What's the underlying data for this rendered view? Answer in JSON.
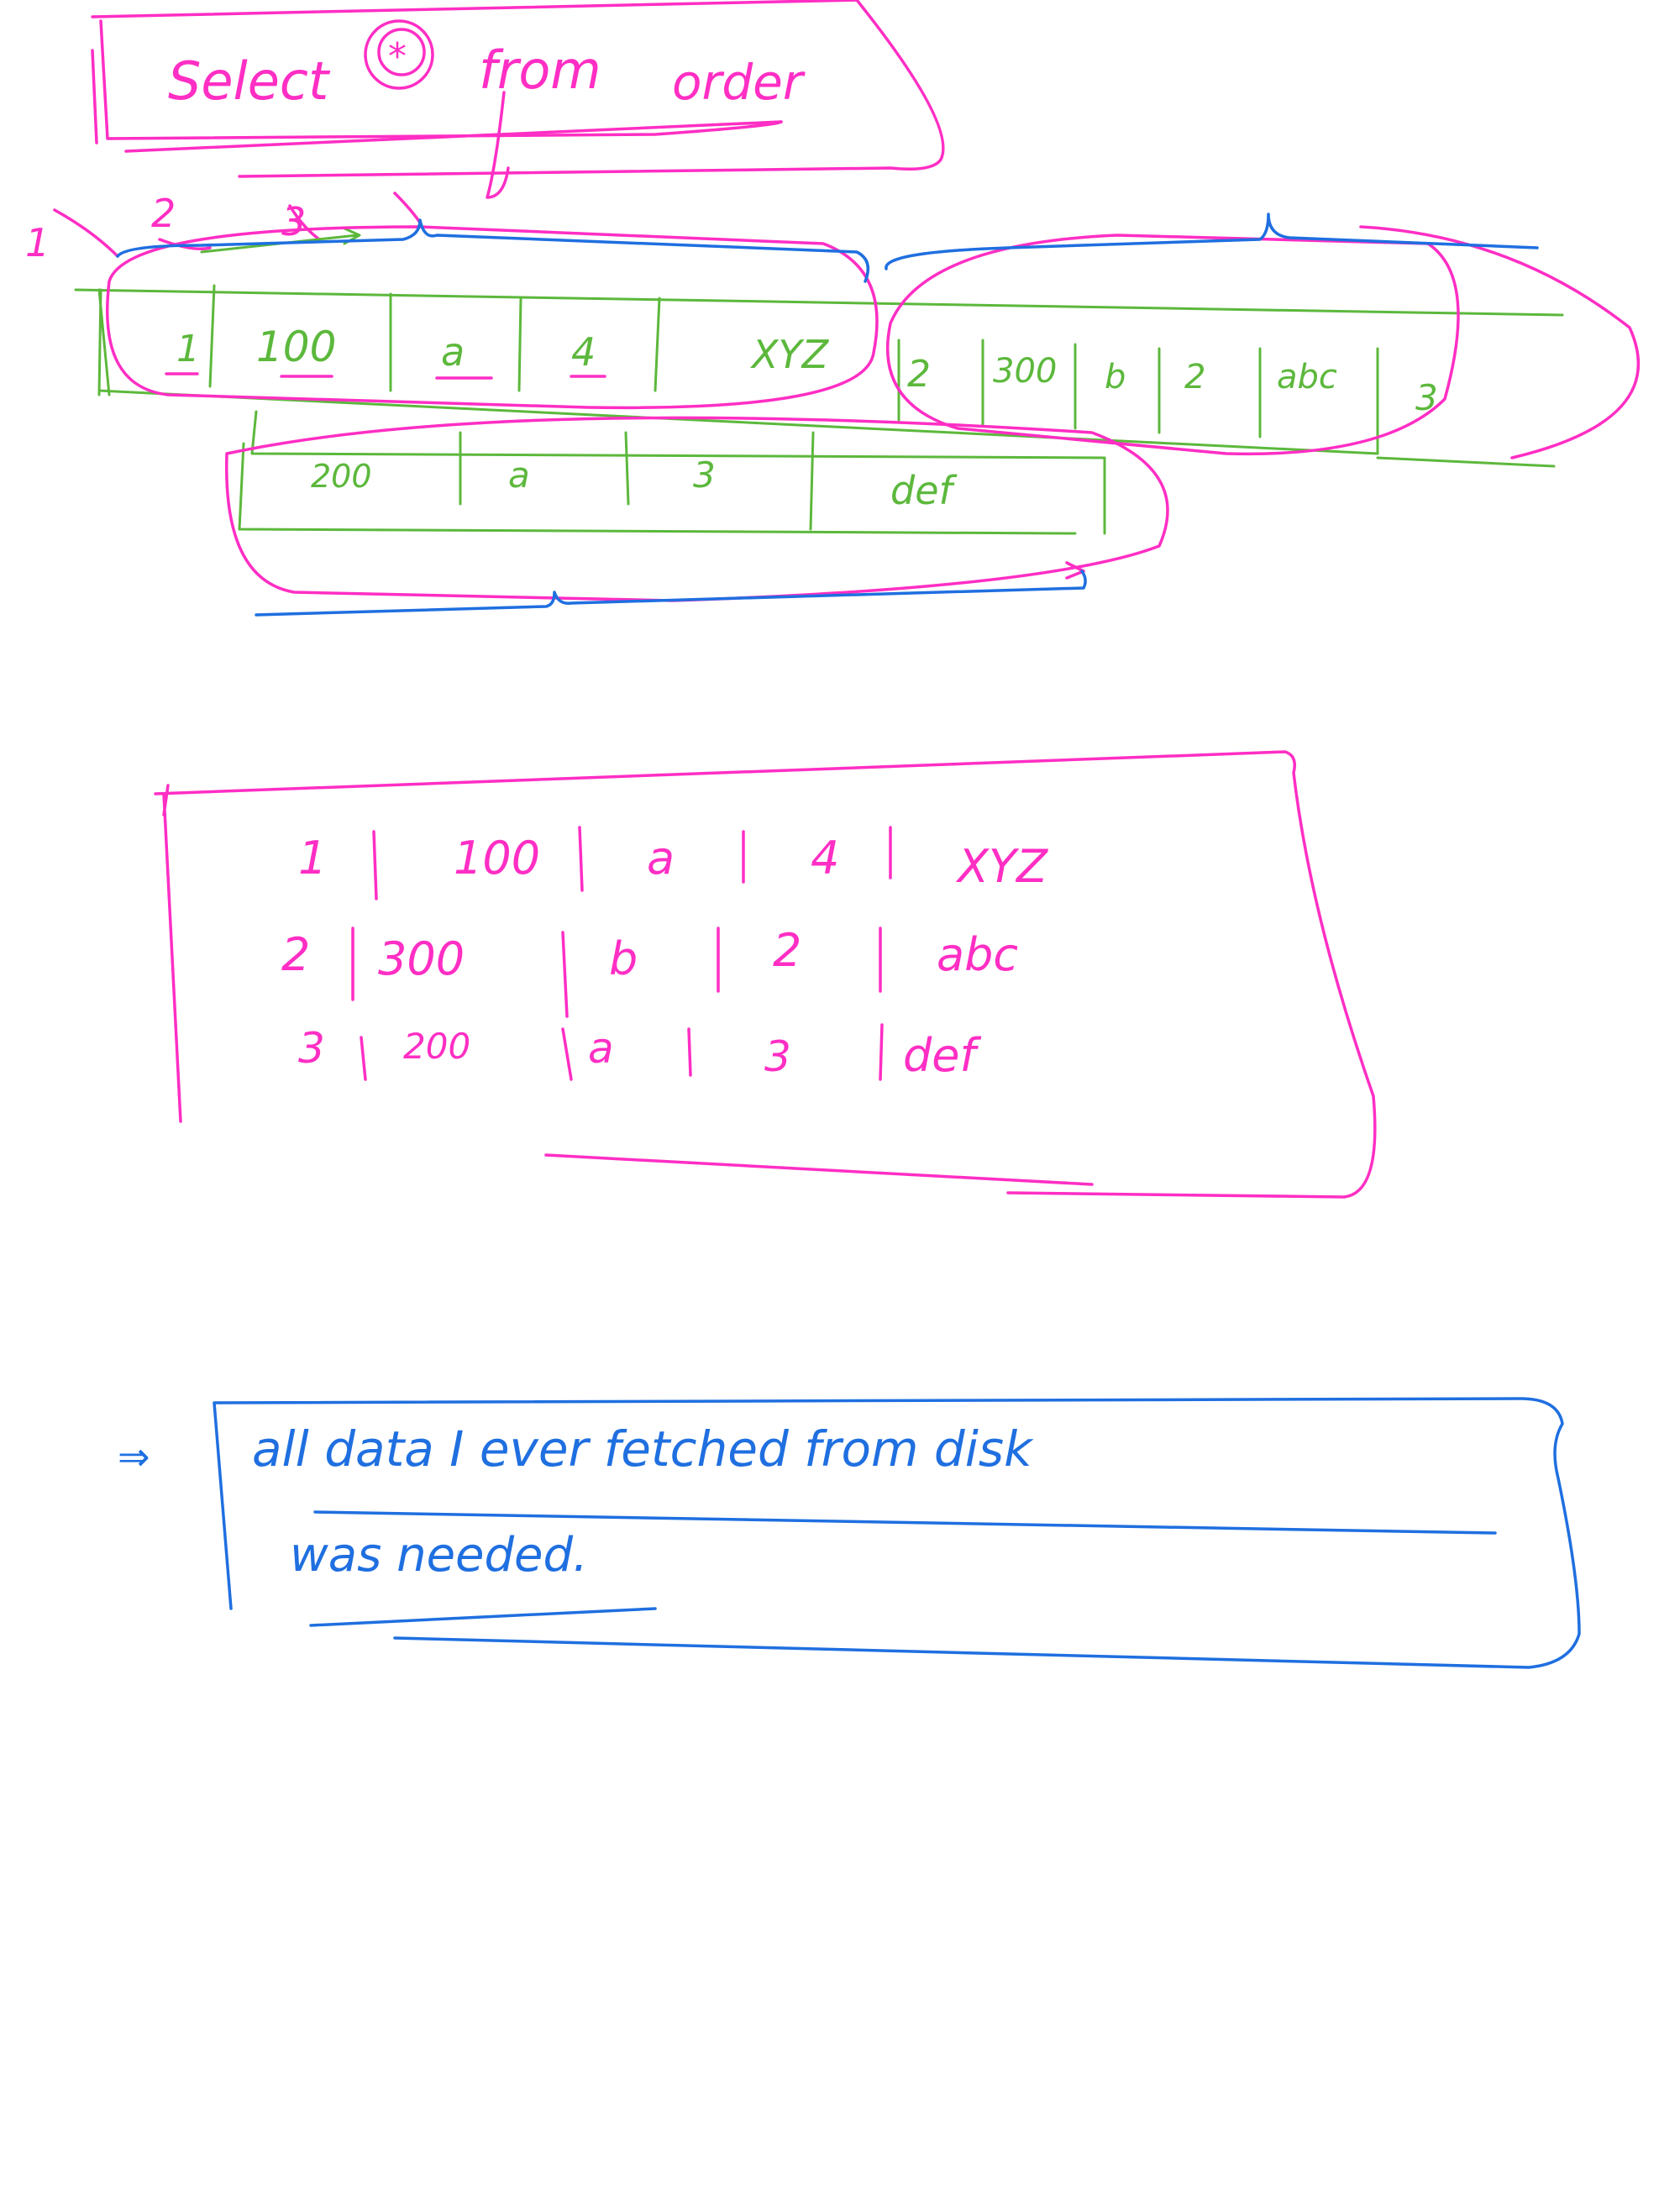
{
  "query": {
    "text_select": "Select",
    "text_star": "*",
    "text_from": "from",
    "text_order": "order"
  },
  "disk_row": {
    "markers": [
      "1",
      "2",
      "3"
    ],
    "cells": [
      "1",
      "100",
      "a",
      "4",
      "XYZ",
      "2",
      "300",
      "b",
      "2",
      "abc",
      "3"
    ],
    "overflow_cells": [
      "200",
      "a",
      "3",
      "def"
    ]
  },
  "result_table": {
    "rows": [
      [
        "1",
        "100",
        "a",
        "4",
        "XYZ"
      ],
      [
        "2",
        "300",
        "b",
        "2",
        "abc"
      ],
      [
        "3",
        "200",
        "a",
        "3",
        "def"
      ]
    ]
  },
  "note": {
    "arrow": "⇒",
    "line1": "all data I ever fetched from disk",
    "line2": "was needed."
  },
  "colors": {
    "pink": "#ff2ec4",
    "green": "#5cb83c",
    "blue": "#1f6fe0"
  }
}
